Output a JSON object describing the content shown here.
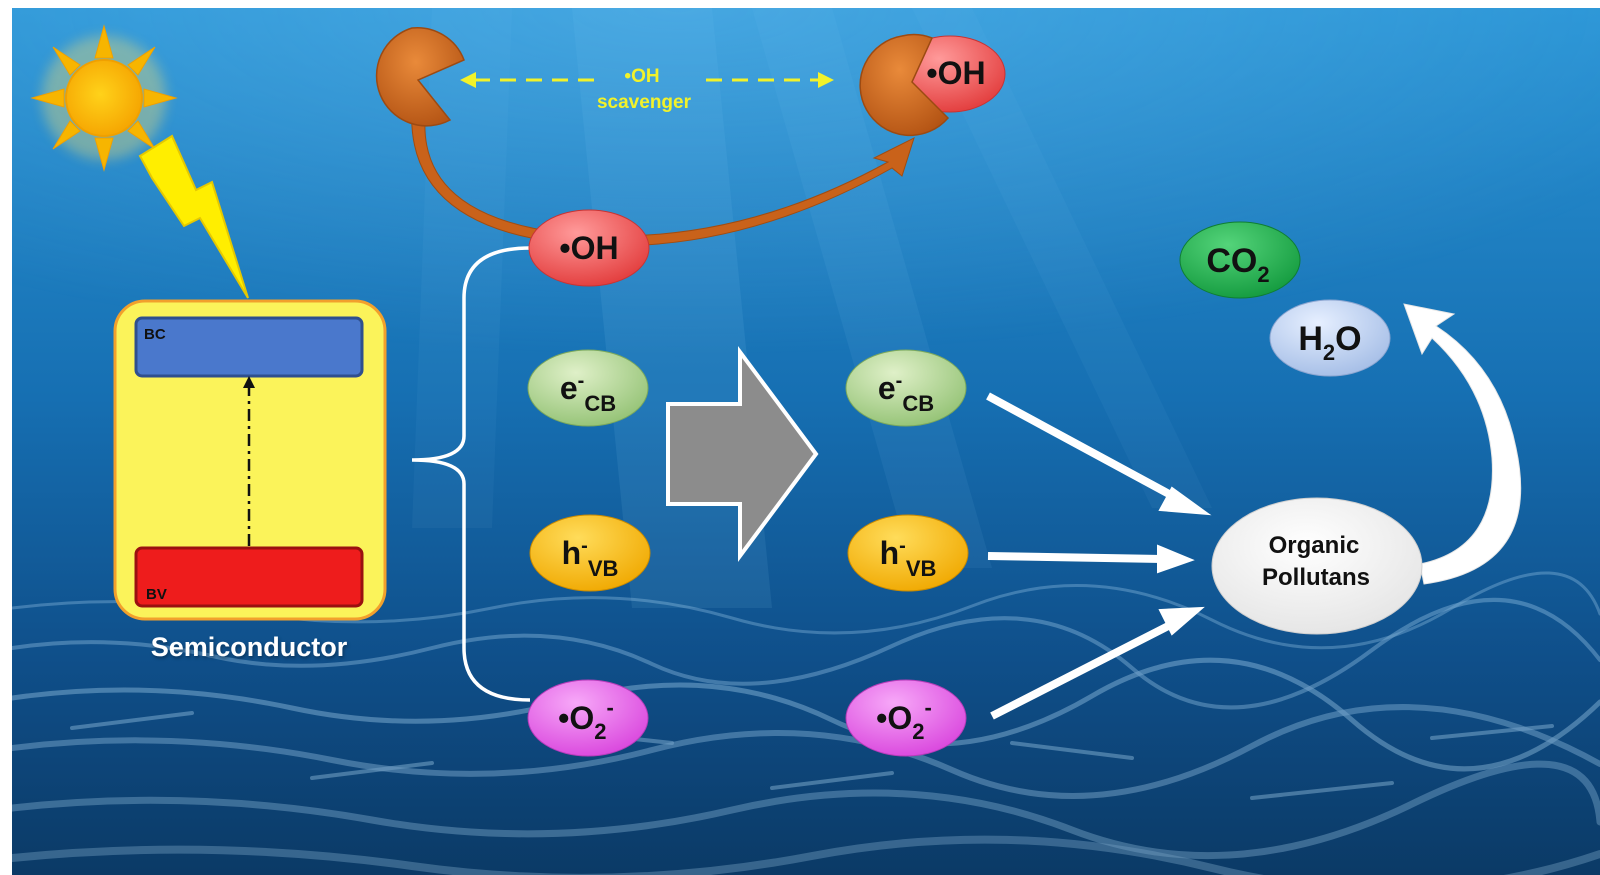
{
  "scavenger": {
    "radical": "•OH",
    "label": "scavenger"
  },
  "oh_captured": {
    "text": "•OH"
  },
  "semiconductor": {
    "cb_label": "BC",
    "vb_label": "BV",
    "caption": "Semiconductor"
  },
  "species_left": {
    "oh": "•OH",
    "e_main": "e",
    "e_sup": "-",
    "e_sub": "CB",
    "h_main": "h",
    "h_sup": "-",
    "h_sub": "VB",
    "o2_main": "•O",
    "o2_sub": "2",
    "o2_sup": "-"
  },
  "species_right": {
    "e_main": "e",
    "e_sup": "-",
    "e_sub": "CB",
    "h_main": "h",
    "h_sup": "-",
    "h_sub": "VB",
    "o2_main": "•O",
    "o2_sub": "2",
    "o2_sup": "-"
  },
  "pollutants": {
    "line1": "Organic",
    "line2": "Pollutans"
  },
  "products": {
    "co2_main": "CO",
    "co2_sub": "2",
    "h2o_main": "H",
    "h2o_sub": "2",
    "h2o_end": "O"
  },
  "colors": {
    "water_top": "#1e7fc4",
    "water_bottom": "#0c3f73",
    "oh_red": "#ee4a4a",
    "e_green": "#a8d08a",
    "h_yellow": "#f4b400",
    "o2_magenta": "#e45ae8",
    "co2_green": "#1fa94a",
    "h2o_blue": "#b7cdee",
    "sc_yellow": "#fbf35a",
    "cb_blue": "#4a78cc",
    "vb_red": "#ee1c1c",
    "scavenger_orange": "#d2691e",
    "dash_yellow": "#f2f22a"
  }
}
